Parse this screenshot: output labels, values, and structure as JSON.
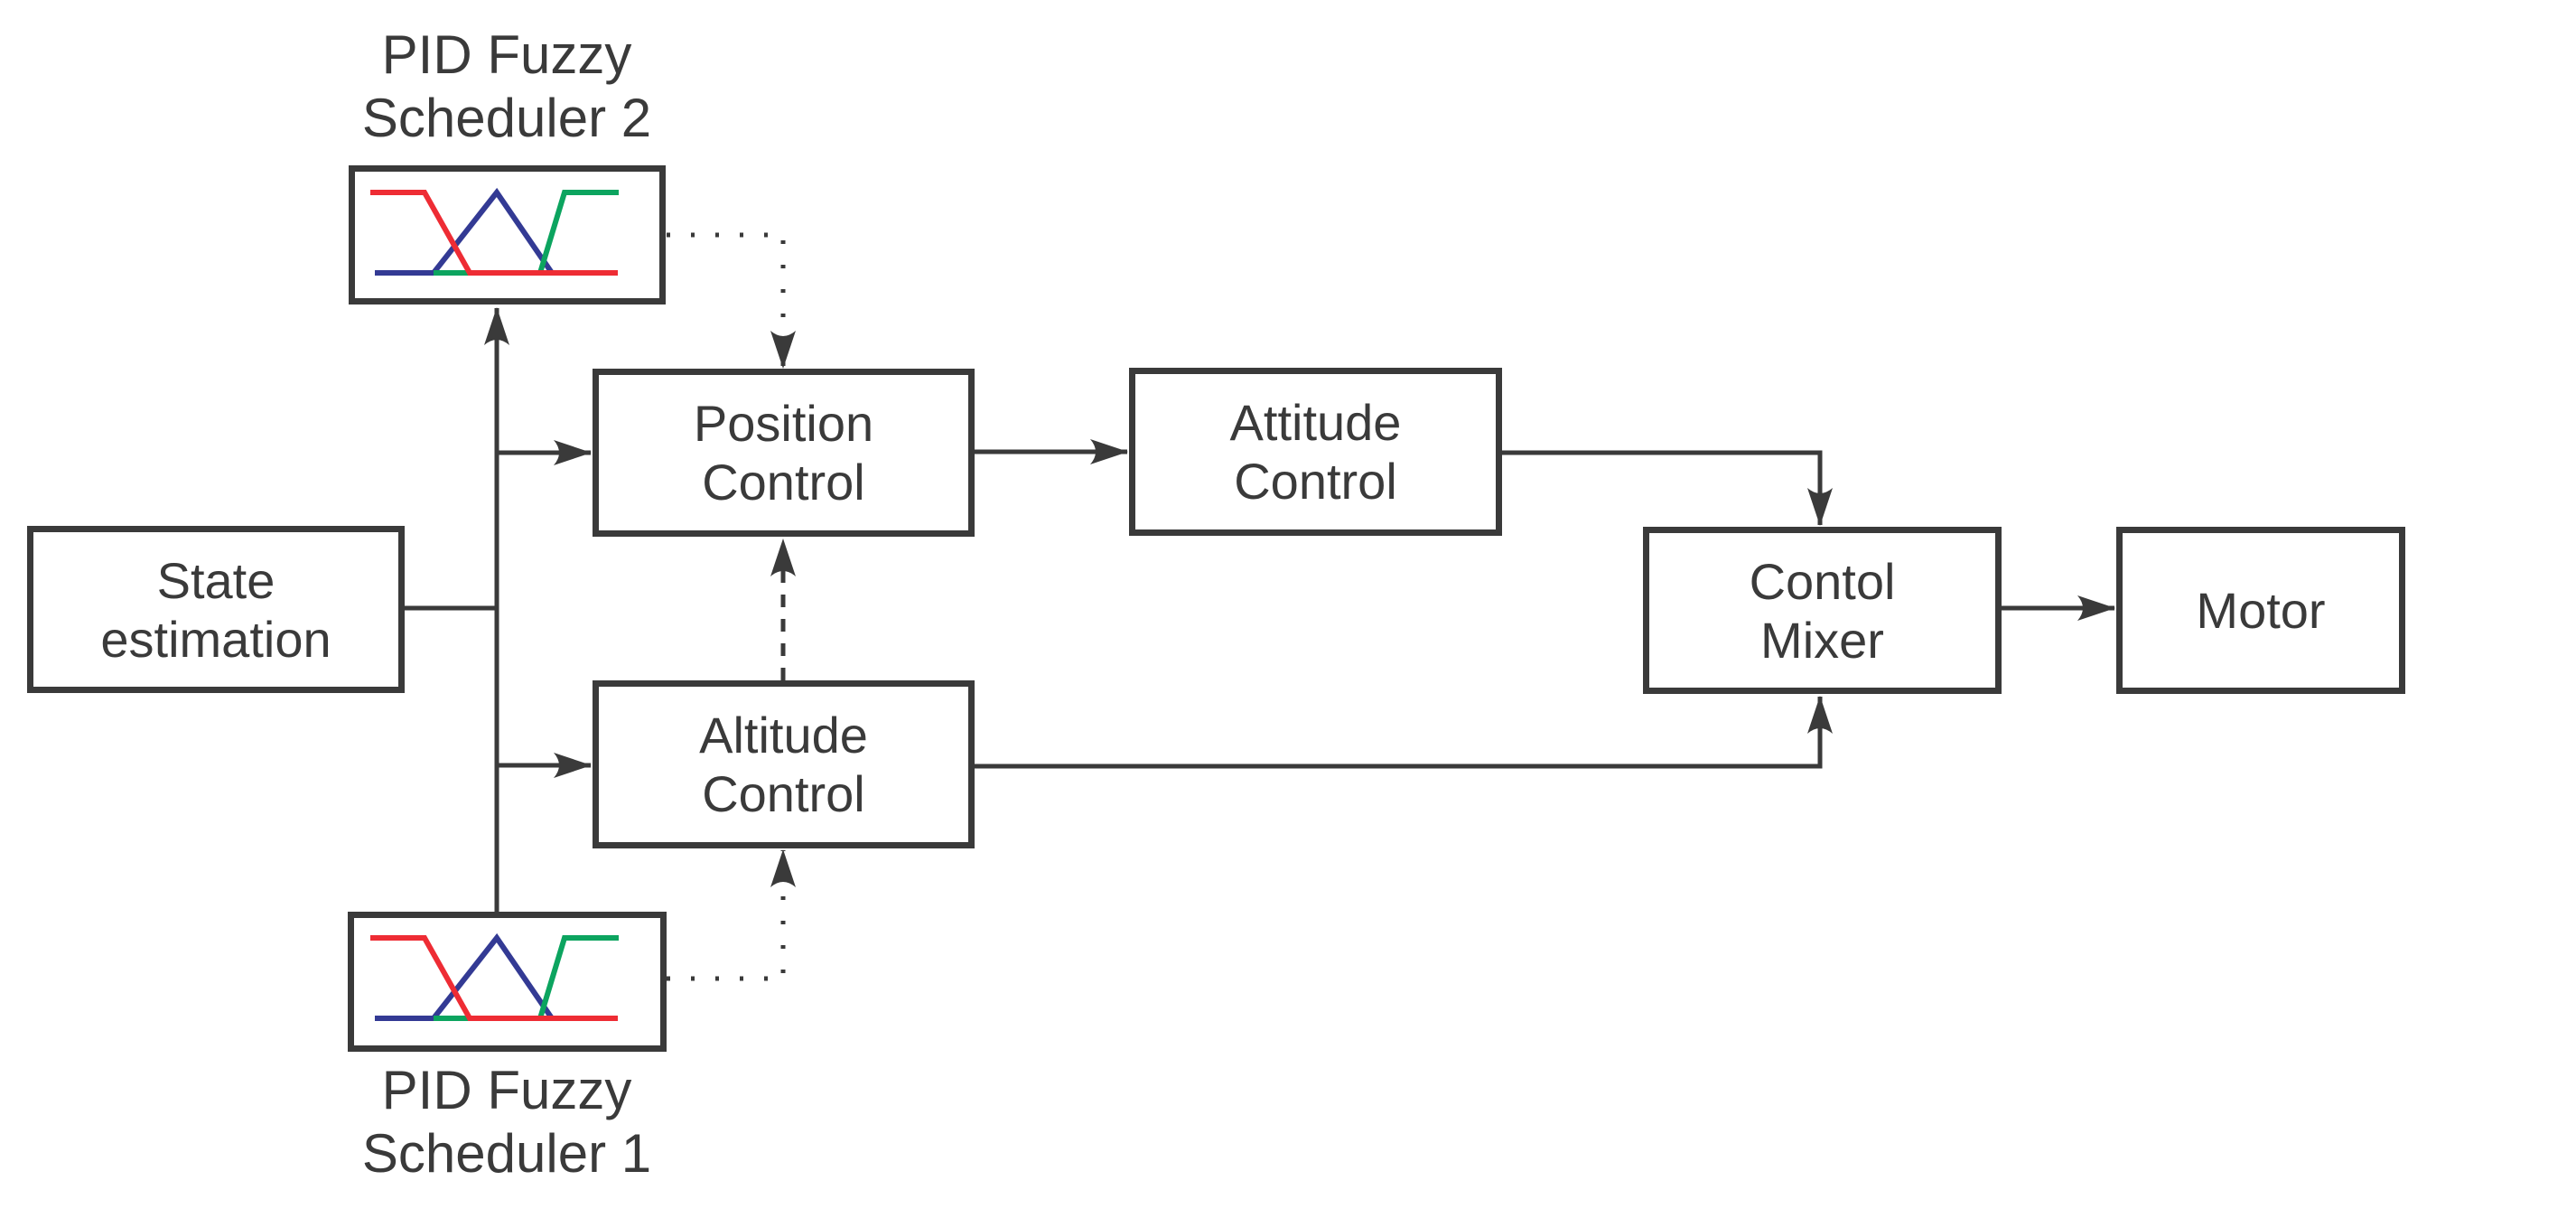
{
  "colors": {
    "line": "#3a3a3a",
    "text": "#3a3a3a",
    "background": "#ffffff",
    "fuzzy_red": "#ee2c34",
    "fuzzy_blue": "#333a94",
    "fuzzy_green": "#0ca45f"
  },
  "boxes": {
    "state_estimation": {
      "label": "State\nestimation"
    },
    "pid_fuzzy_scheduler_2": {
      "title": "PID Fuzzy\nScheduler 2"
    },
    "position_control": {
      "label": "Position\nControl"
    },
    "attitude_control": {
      "label": "Attitude\nControl"
    },
    "altitude_control": {
      "label": "Altitude\nControl"
    },
    "contol_mixer": {
      "label": "Contol\nMixer"
    },
    "motor": {
      "label": "Motor"
    },
    "pid_fuzzy_scheduler_1": {
      "title": "PID Fuzzy\nScheduler 1"
    }
  },
  "connections": [
    {
      "from": "State estimation",
      "to": "PID Fuzzy Scheduler 2",
      "style": "solid-arrow"
    },
    {
      "from": "State estimation",
      "to": "Position Control",
      "style": "solid-arrow"
    },
    {
      "from": "State estimation",
      "to": "Altitude Control",
      "style": "solid-arrow"
    },
    {
      "from": "State estimation",
      "to": "PID Fuzzy Scheduler 1",
      "style": "solid-line"
    },
    {
      "from": "Position Control",
      "to": "Attitude Control",
      "style": "solid-arrow"
    },
    {
      "from": "Attitude Control",
      "to": "Contol Mixer",
      "style": "solid-arrow"
    },
    {
      "from": "Altitude Control",
      "to": "Contol Mixer",
      "style": "solid-arrow"
    },
    {
      "from": "Contol Mixer",
      "to": "Motor",
      "style": "solid-arrow"
    },
    {
      "from": "PID Fuzzy Scheduler 2",
      "to": "Position Control",
      "style": "dotted-arrow"
    },
    {
      "from": "PID Fuzzy Scheduler 1",
      "to": "Altitude Control",
      "style": "dotted-arrow"
    },
    {
      "from": "Altitude Control",
      "to": "Position Control",
      "style": "dashed-arrow"
    }
  ],
  "fuzzy_membership_legend": {
    "curves": [
      "red-Z-shape",
      "blue-triangle",
      "green-S-shape"
    ]
  }
}
